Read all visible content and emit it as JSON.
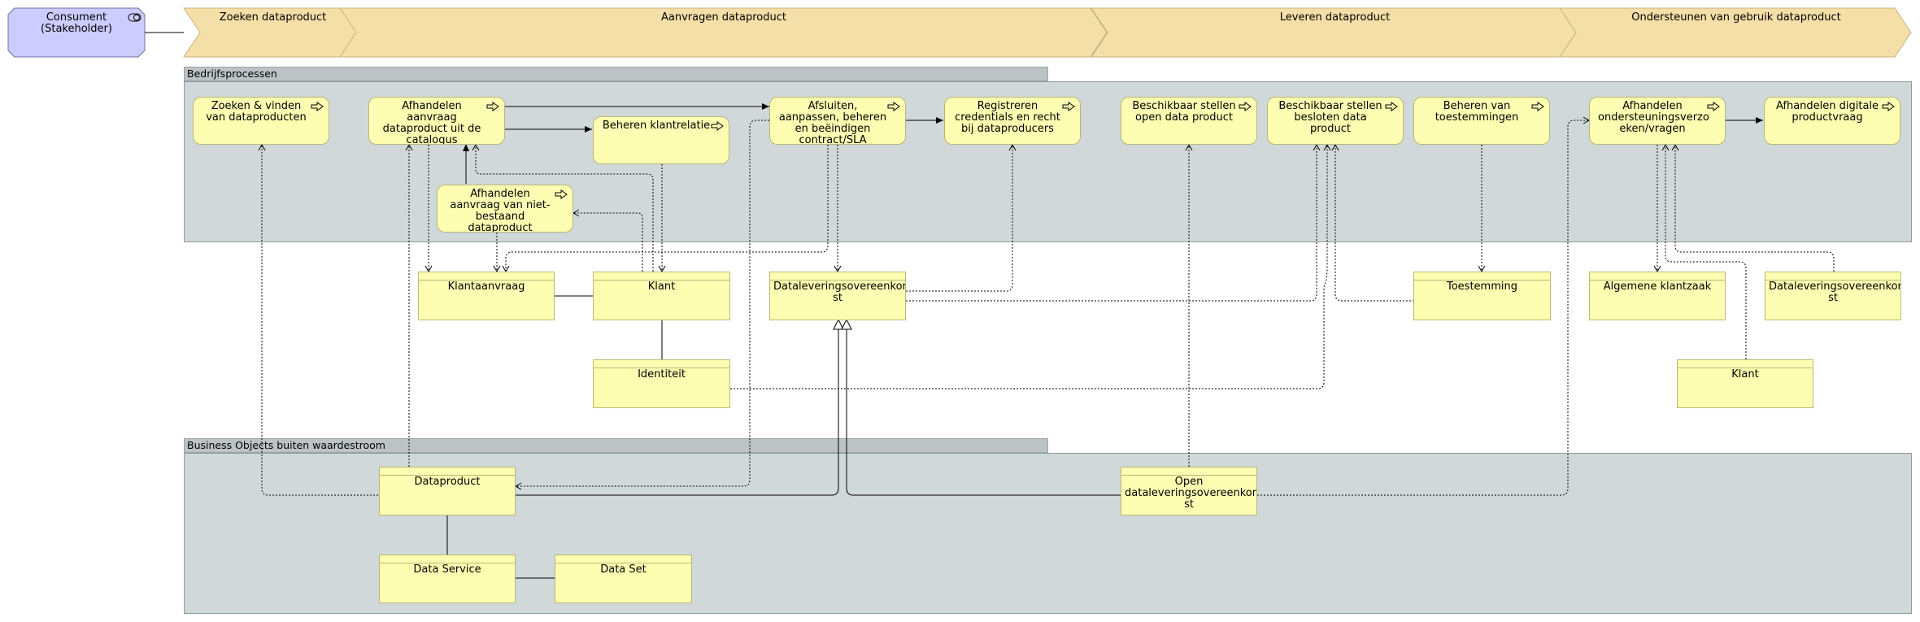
{
  "stakeholder": {
    "label": "Consument (Stakeholder)"
  },
  "value_stages": [
    "Zoeken dataproduct",
    "Aanvragen dataproduct",
    "Leveren dataproduct",
    "Ondersteunen van gebruik dataproduct"
  ],
  "groups": {
    "processes": "Bedrijfsprocessen",
    "objects_outside": "Business Objects buiten waardestroom"
  },
  "processes": {
    "zoeken": "Zoeken & vinden van dataproducten",
    "afhandelen_catalogus": "Afhandelen aanvraag dataproduct uit de catalogus",
    "beheren_klantrelatie": "Beheren klantrelatie",
    "afsluiten": "Afsluiten, aanpassen, beheren en beëindigen contract/SLA",
    "registreren": "Registreren credentials en recht bij dataproducers",
    "beschikbaar_open": "Beschikbaar stellen open data product",
    "beschikbaar_besloten": "Beschikbaar stellen besloten data product",
    "beheren_toestemmingen": "Beheren van toestemmingen",
    "afhandelen_ondersteuning": "Afhandelen ondersteuningsverzo eken/vragen",
    "afhandelen_digitale": "Afhandelen digitale productvraag",
    "afhandelen_niet_bestaand": "Afhandelen aanvraag van niet-bestaand dataproduct"
  },
  "objects": {
    "klantaanvraag": "Klantaanvraag",
    "klant": "Klant",
    "identiteit": "Identiteit",
    "dataleveringsovereenkomst": "Dataleveringsovereenkom st",
    "toestemming": "Toestemming",
    "algemene_klantzaak": "Algemene klantzaak",
    "dataleveringsovereenkomst_2": "Dataleveringsovereenkom st",
    "klant_2": "Klant",
    "dataproduct": "Dataproduct",
    "data_service": "Data Service",
    "data_set": "Data Set",
    "open_dataleveringsovereenkomst": "Open dataleveringsovereenkom st"
  },
  "colors": {
    "process_fill": "#fefeb2",
    "value_stage_fill": "#f5dfa8",
    "stakeholder_fill": "#ccccff",
    "group_fill": "#d1d8d9"
  },
  "icons": {
    "process": "process-arrow-icon",
    "stakeholder": "stakeholder-icon"
  }
}
